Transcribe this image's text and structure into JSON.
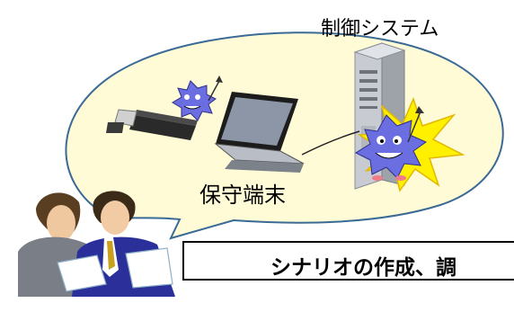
{
  "labels": {
    "control_system": "制御システム",
    "maintenance_terminal": "保守端末"
  },
  "banner": {
    "text": "シナリオの作成、調"
  },
  "colors": {
    "bubble_fill": "#fffbd6",
    "bubble_stroke": "#3a6a96",
    "virus_body": "#6b6ee0",
    "explosion": "#fff000"
  },
  "icons": [
    "usb-stick-icon",
    "virus-icon",
    "laptop-icon",
    "server-tower-icon",
    "explosion-icon",
    "business-people-illustration"
  ]
}
